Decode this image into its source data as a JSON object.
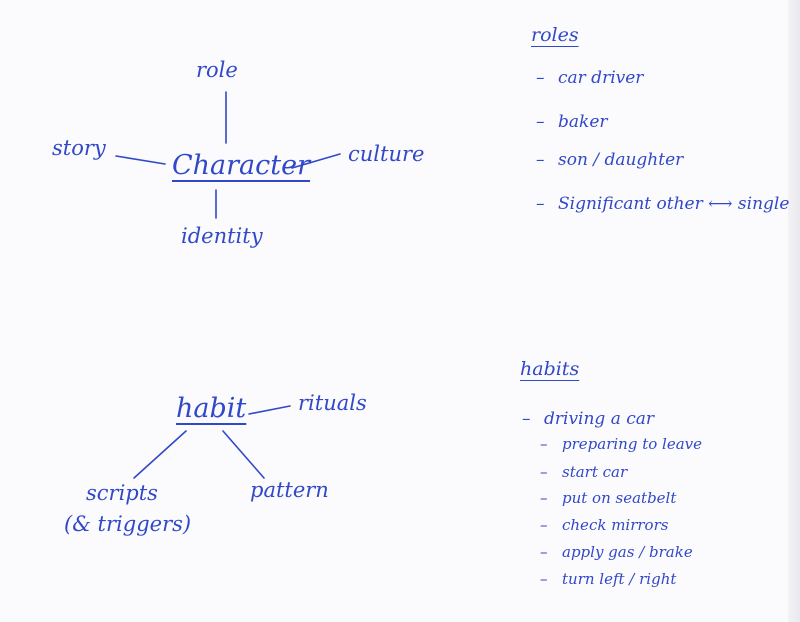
{
  "colors": {
    "ink": "#3148c8",
    "paper": "#fbfbfd"
  },
  "character_map": {
    "center": "Character",
    "top": "role",
    "left": "story",
    "right": "culture",
    "bottom": "identity"
  },
  "habit_map": {
    "center": "habit",
    "right": "rituals",
    "bottom_left_line1": "scripts",
    "bottom_left_line2": "(& triggers)",
    "bottom_right": "pattern"
  },
  "roles_list": {
    "title": "roles",
    "items": [
      "car driver",
      "baker",
      "son / daughter",
      "Significant other ⟷ single"
    ]
  },
  "habits_list": {
    "title": "habits",
    "main_item": "driving a car",
    "sub_items": [
      "preparing to leave",
      "start car",
      "put on seatbelt",
      "check mirrors",
      "apply gas / brake",
      "turn left / right"
    ]
  }
}
